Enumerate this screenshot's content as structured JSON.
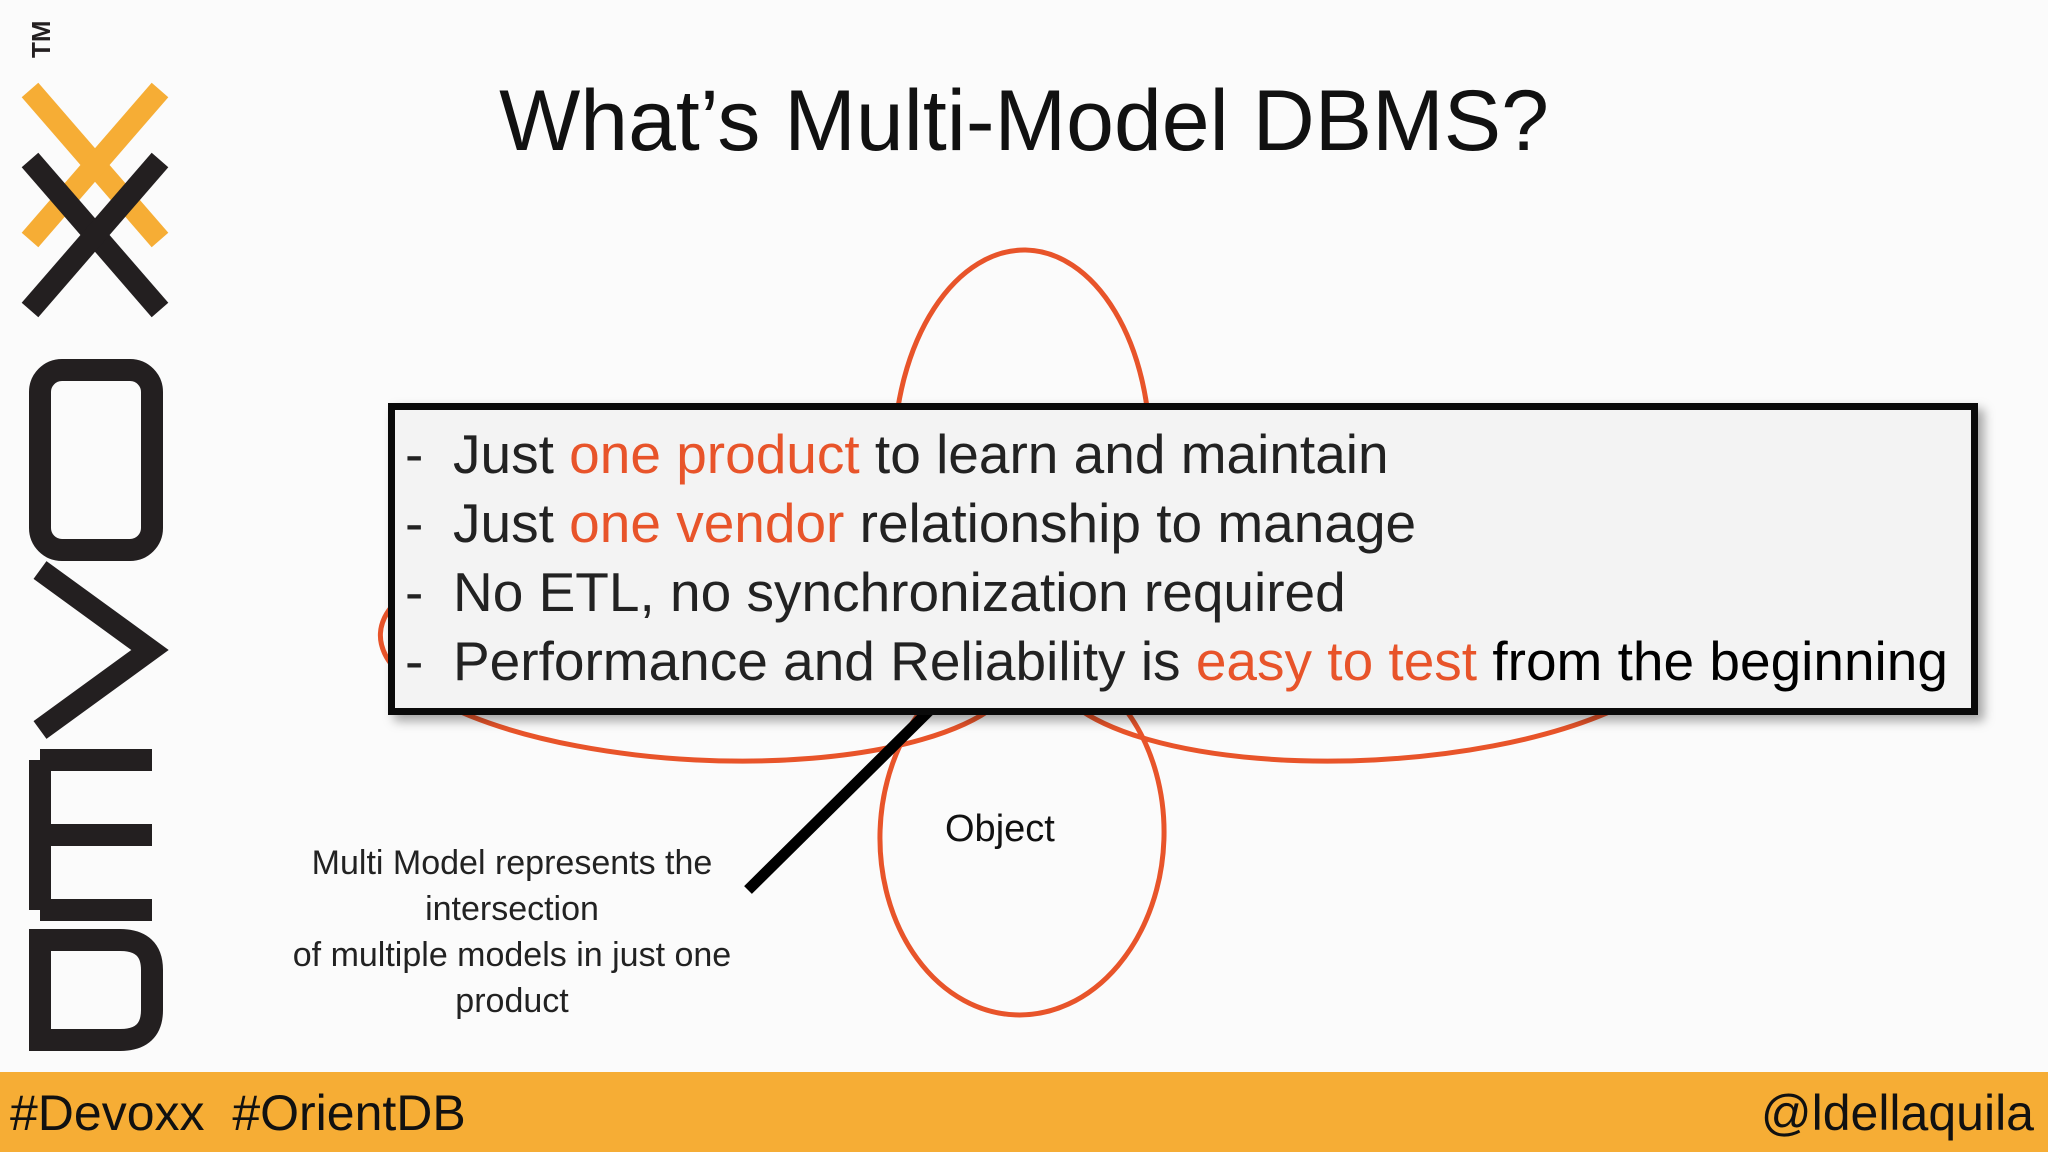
{
  "slide": {
    "title": "What’s Multi-Model DBMS?",
    "logo": {
      "text": "DEVOXX",
      "trademark": "TM",
      "accent_color": "#f6ad35",
      "text_color": "#231f20"
    }
  },
  "diagram": {
    "ellipse_color": "#e8542a",
    "object_label": "Object",
    "caption_lines": [
      "Multi Model represents the",
      "intersection",
      "of multiple models in just one",
      "product"
    ]
  },
  "benefits": {
    "bullet": "-",
    "highlight_color": "#e8542a",
    "items": [
      {
        "before": "Just ",
        "highlight": "one product",
        "after": " to learn and maintain",
        "after_dark": ""
      },
      {
        "before": "Just ",
        "highlight": "one vendor",
        "after": " relationship to manage",
        "after_dark": ""
      },
      {
        "before": "No ETL, no synchronization required",
        "highlight": "",
        "after": "",
        "after_dark": ""
      },
      {
        "before": "Performance and Reliability is ",
        "highlight": "easy to test",
        "after": "",
        "after_dark": " from the beginning"
      }
    ]
  },
  "footer": {
    "hashtags": "#Devoxx  #OrientDB",
    "handle": "@ldellaquila",
    "bg_color": "#f6ad35"
  }
}
